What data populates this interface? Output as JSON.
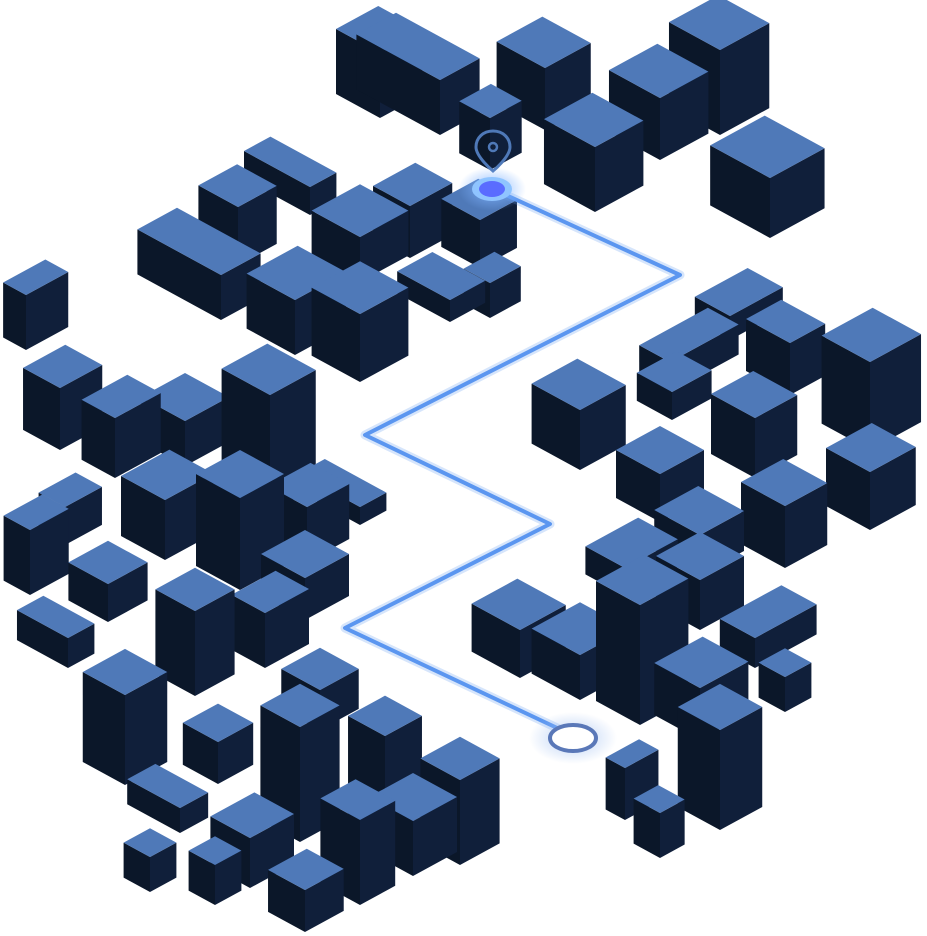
{
  "map": {
    "style": "isometric-city",
    "colors": {
      "roof": "#4f79b8",
      "side_left": "#0b1729",
      "side_right": "#101f3a",
      "route": "#5b96f0",
      "route_glow": "#7fb3ff",
      "start_dot": "#5a6cff",
      "end_ring": "#5a78b8"
    },
    "markers": [
      {
        "kind": "destination",
        "icon": "map-pin-icon"
      },
      {
        "kind": "start",
        "icon": "ring-icon"
      }
    ],
    "route": {
      "kind": "zigzag-path"
    }
  }
}
